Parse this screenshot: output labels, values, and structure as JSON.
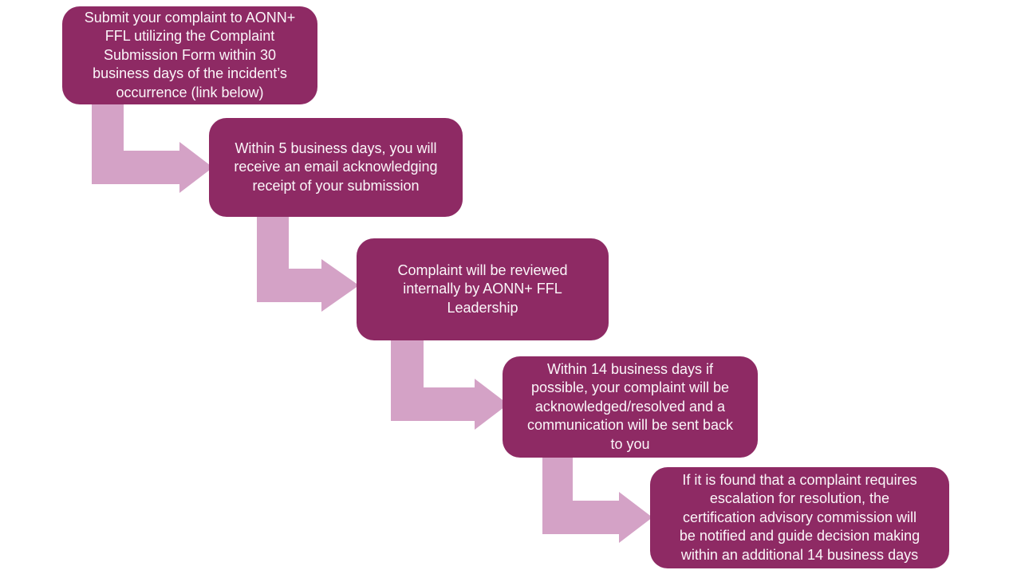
{
  "steps": [
    {
      "lines": [
        "Submit your complaint to AONN+",
        "FFL utilizing the Complaint",
        "Submission Form within 30",
        "business days of the incident’s",
        "occurrence (link below)"
      ]
    },
    {
      "lines": [
        "Within 5 business days, you will",
        "receive an email acknowledging",
        "receipt of your submission"
      ]
    },
    {
      "lines": [
        "Complaint will be reviewed",
        "internally by AONN+ FFL",
        "Leadership"
      ]
    },
    {
      "lines": [
        "Within 14 business days if",
        "possible, your complaint will be",
        "acknowledged/resolved  and a",
        "communication will be sent back",
        "to you"
      ]
    },
    {
      "lines": [
        "If it is found that a complaint requires",
        "escalation for resolution, the",
        "certification advisory commission will",
        "be notified and guide decision making",
        "within an additional 14 business days"
      ]
    }
  ],
  "colors": {
    "box_fill": "#8E2A64",
    "arrow_fill": "#D4A2C6",
    "box_text": "#FBF6F9",
    "background": "#FFFFFF"
  }
}
